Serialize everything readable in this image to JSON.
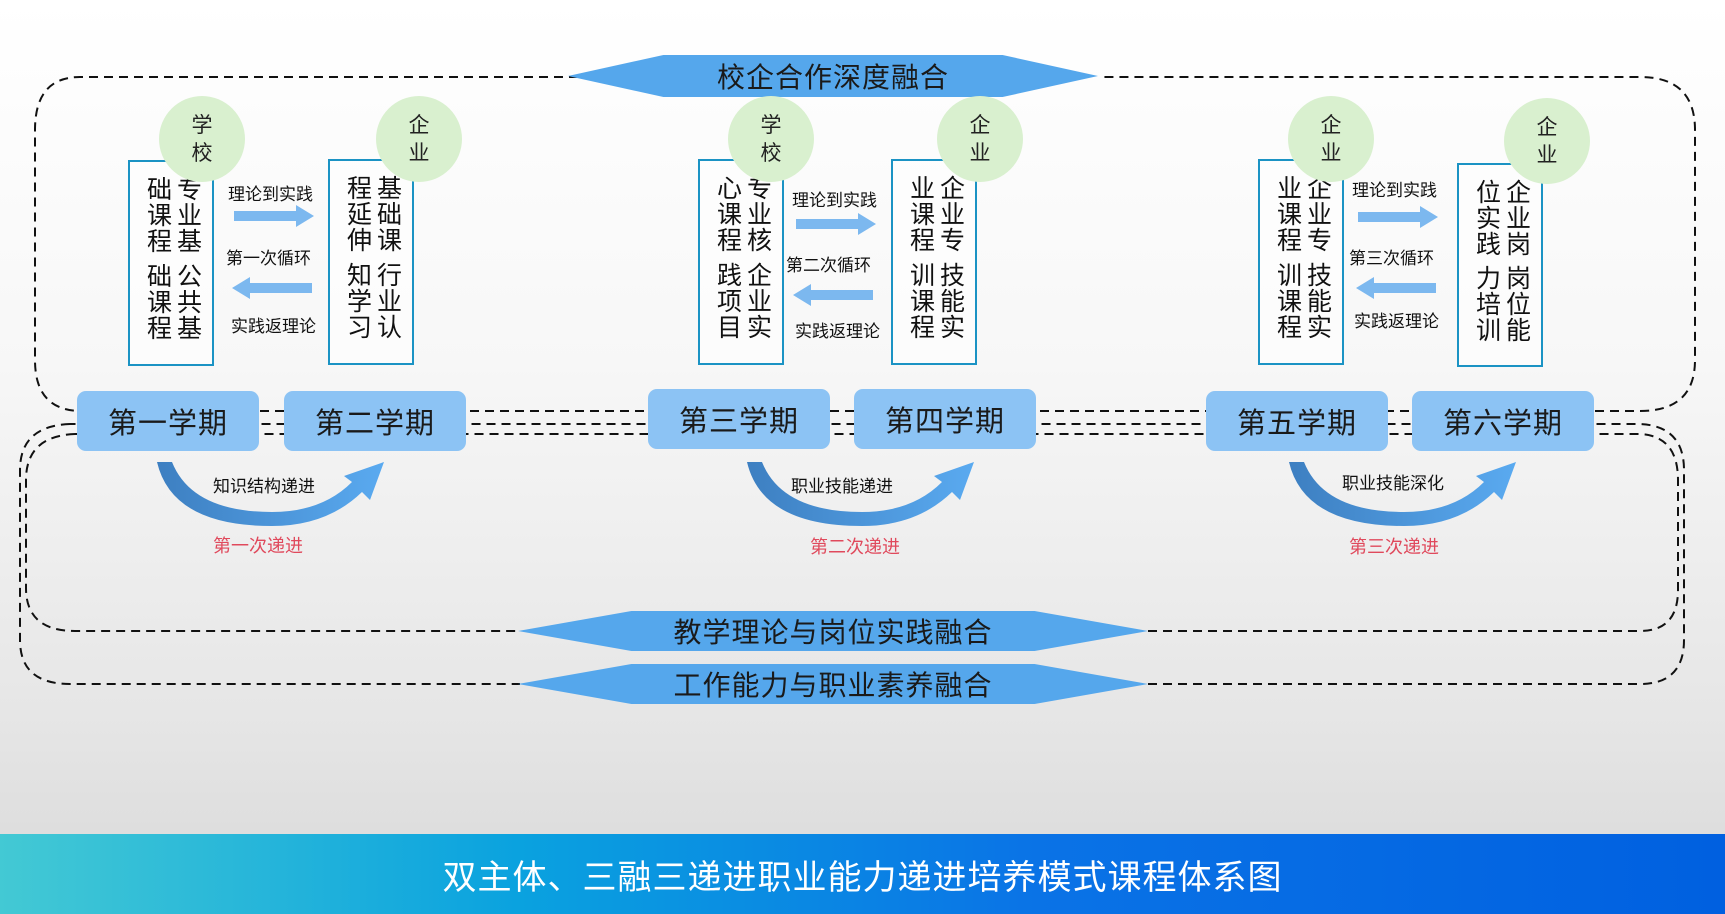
{
  "title_banner": "校企合作深度融合",
  "bottom_banners": [
    "教学理论与岗位实践融合",
    "工作能力与职业素养融合"
  ],
  "footer_title": "双主体、三融三递进职业能力递进培养模式课程体系图",
  "colors": {
    "banner": "#55a7ec",
    "semester_box": "#8cc3f4",
    "circle": "#d9f0cf",
    "course_border": "#1b93c4",
    "progression_red": "#e0495c",
    "footer_gradient_start": "#43c9d4",
    "footer_gradient_end": "#0060e0"
  },
  "cycles": [
    {
      "left": {
        "actor": [
          "学",
          "校"
        ],
        "columns": [
          "专业基础课程",
          "公共基础课程"
        ]
      },
      "right": {
        "actor": [
          "企",
          "业"
        ],
        "columns": [
          "基础课程延伸",
          "行业认知学习"
        ]
      },
      "forward_label": "理论到实践",
      "cycle_label": "第一次循环",
      "backward_label": "实践返理论",
      "semesters": [
        "第一学期",
        "第二学期"
      ],
      "progression_label": "知识结构递进",
      "progression_step": "第一次递进"
    },
    {
      "left": {
        "actor": [
          "学",
          "校"
        ],
        "columns": [
          "专业核心课程",
          "企业实践项目"
        ]
      },
      "right": {
        "actor": [
          "企",
          "业"
        ],
        "columns": [
          "企业专业课程",
          "技能实训课程"
        ]
      },
      "forward_label": "理论到实践",
      "cycle_label": "第二次循环",
      "backward_label": "实践返理论",
      "semesters": [
        "第三学期",
        "第四学期"
      ],
      "progression_label": "职业技能递进",
      "progression_step": "第二次递进"
    },
    {
      "left": {
        "actor": [
          "企",
          "业"
        ],
        "columns": [
          "企业专业课程",
          "技能实训课程"
        ]
      },
      "right": {
        "actor": [
          "企",
          "业"
        ],
        "columns": [
          "企业岗位实践",
          "岗位能力培训"
        ]
      },
      "forward_label": "理论到实践",
      "cycle_label": "第三次循环",
      "backward_label": "实践返理论",
      "semesters": [
        "第五学期",
        "第六学期"
      ],
      "progression_label": "职业技能深化",
      "progression_step": "第三次递进"
    }
  ]
}
